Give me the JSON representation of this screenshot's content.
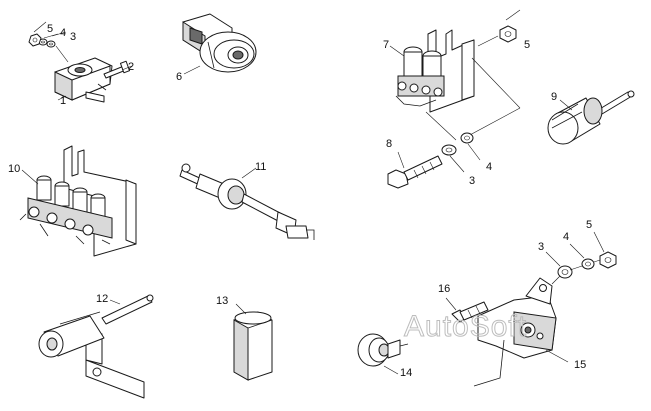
{
  "watermark": "AutoSoft",
  "callouts": {
    "c1": "1",
    "c2": "2",
    "c3a": "3",
    "c4a": "4",
    "c5a": "5",
    "c6": "6",
    "c7": "7",
    "c5b": "5",
    "c8": "8",
    "c3b": "3",
    "c4b": "4",
    "c9": "9",
    "c10": "10",
    "c11": "11",
    "c12": "12",
    "c13": "13",
    "c16": "16",
    "c3c": "3",
    "c4c": "4",
    "c5c": "5",
    "c14": "14",
    "c15": "15"
  },
  "colors": {
    "ink": "#1a1a1a",
    "watermark": "#bdbdbd",
    "background": "#ffffff"
  }
}
